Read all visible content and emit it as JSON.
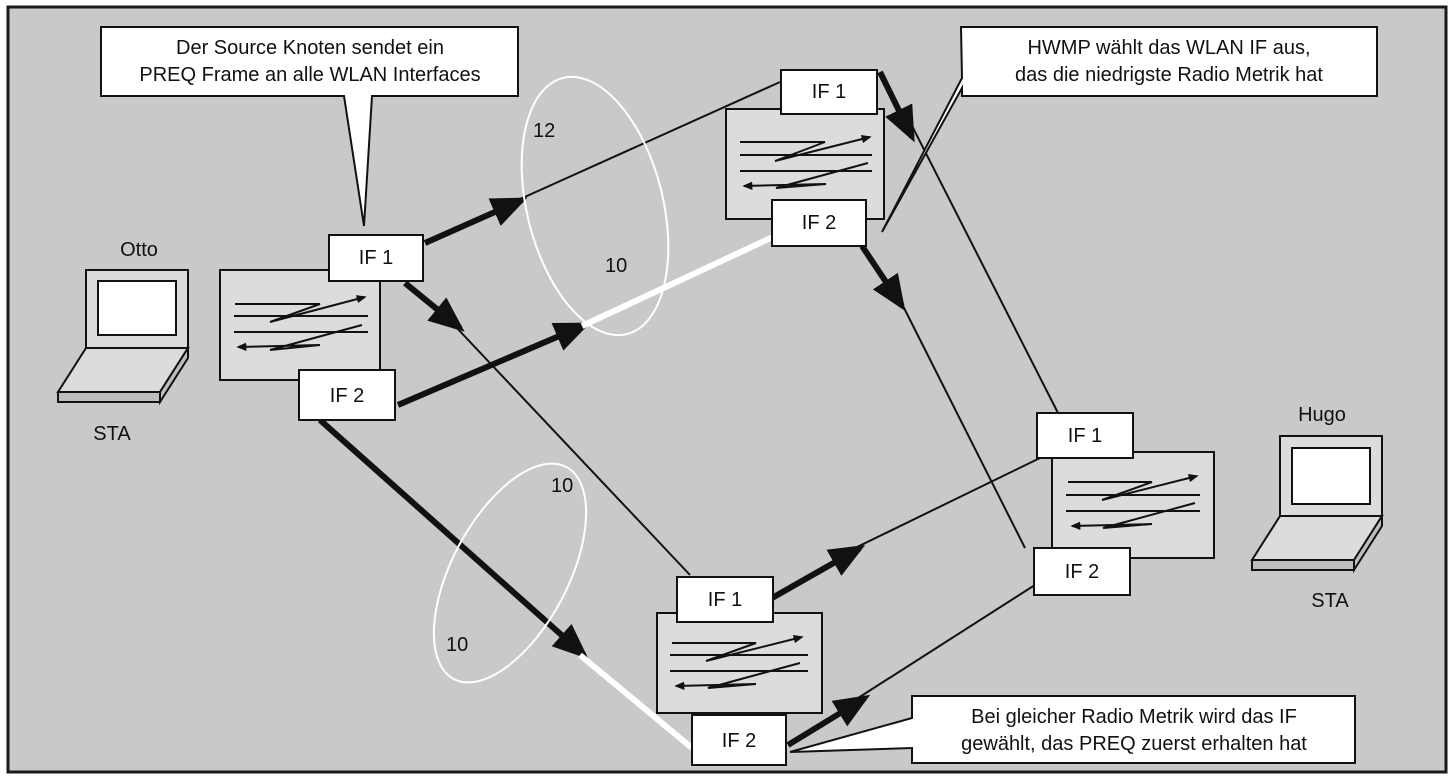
{
  "diagram": {
    "background_color": "#c8c9ca",
    "border_color": "#1a1a1a",
    "stations": {
      "otto": {
        "name": "Otto",
        "type_label": "STA"
      },
      "hugo": {
        "name": "Hugo",
        "type_label": "STA"
      }
    },
    "interfaces": {
      "left_if1": "IF 1",
      "left_if2": "IF 2",
      "top_if1": "IF 1",
      "top_if2": "IF 2",
      "bottom_if1": "IF 1",
      "bottom_if2": "IF 2",
      "right_if1": "IF 1",
      "right_if2": "IF 2"
    },
    "metrics": {
      "upper_if1_link": "12",
      "upper_if2_link": "10",
      "lower_if1_link": "10",
      "lower_if2_link": "10"
    },
    "callouts": {
      "source": [
        "Der Source Knoten sendet ein",
        "PREQ Frame an alle WLAN Interfaces"
      ],
      "hwmp": [
        "HWMP wählt das WLAN IF aus,",
        "das die niedrigste Radio Metrik hat"
      ],
      "equal_metric": [
        "Bei gleicher Radio Metrik wird das IF",
        "gewählt, das PREQ zuerst erhalten hat"
      ]
    }
  }
}
